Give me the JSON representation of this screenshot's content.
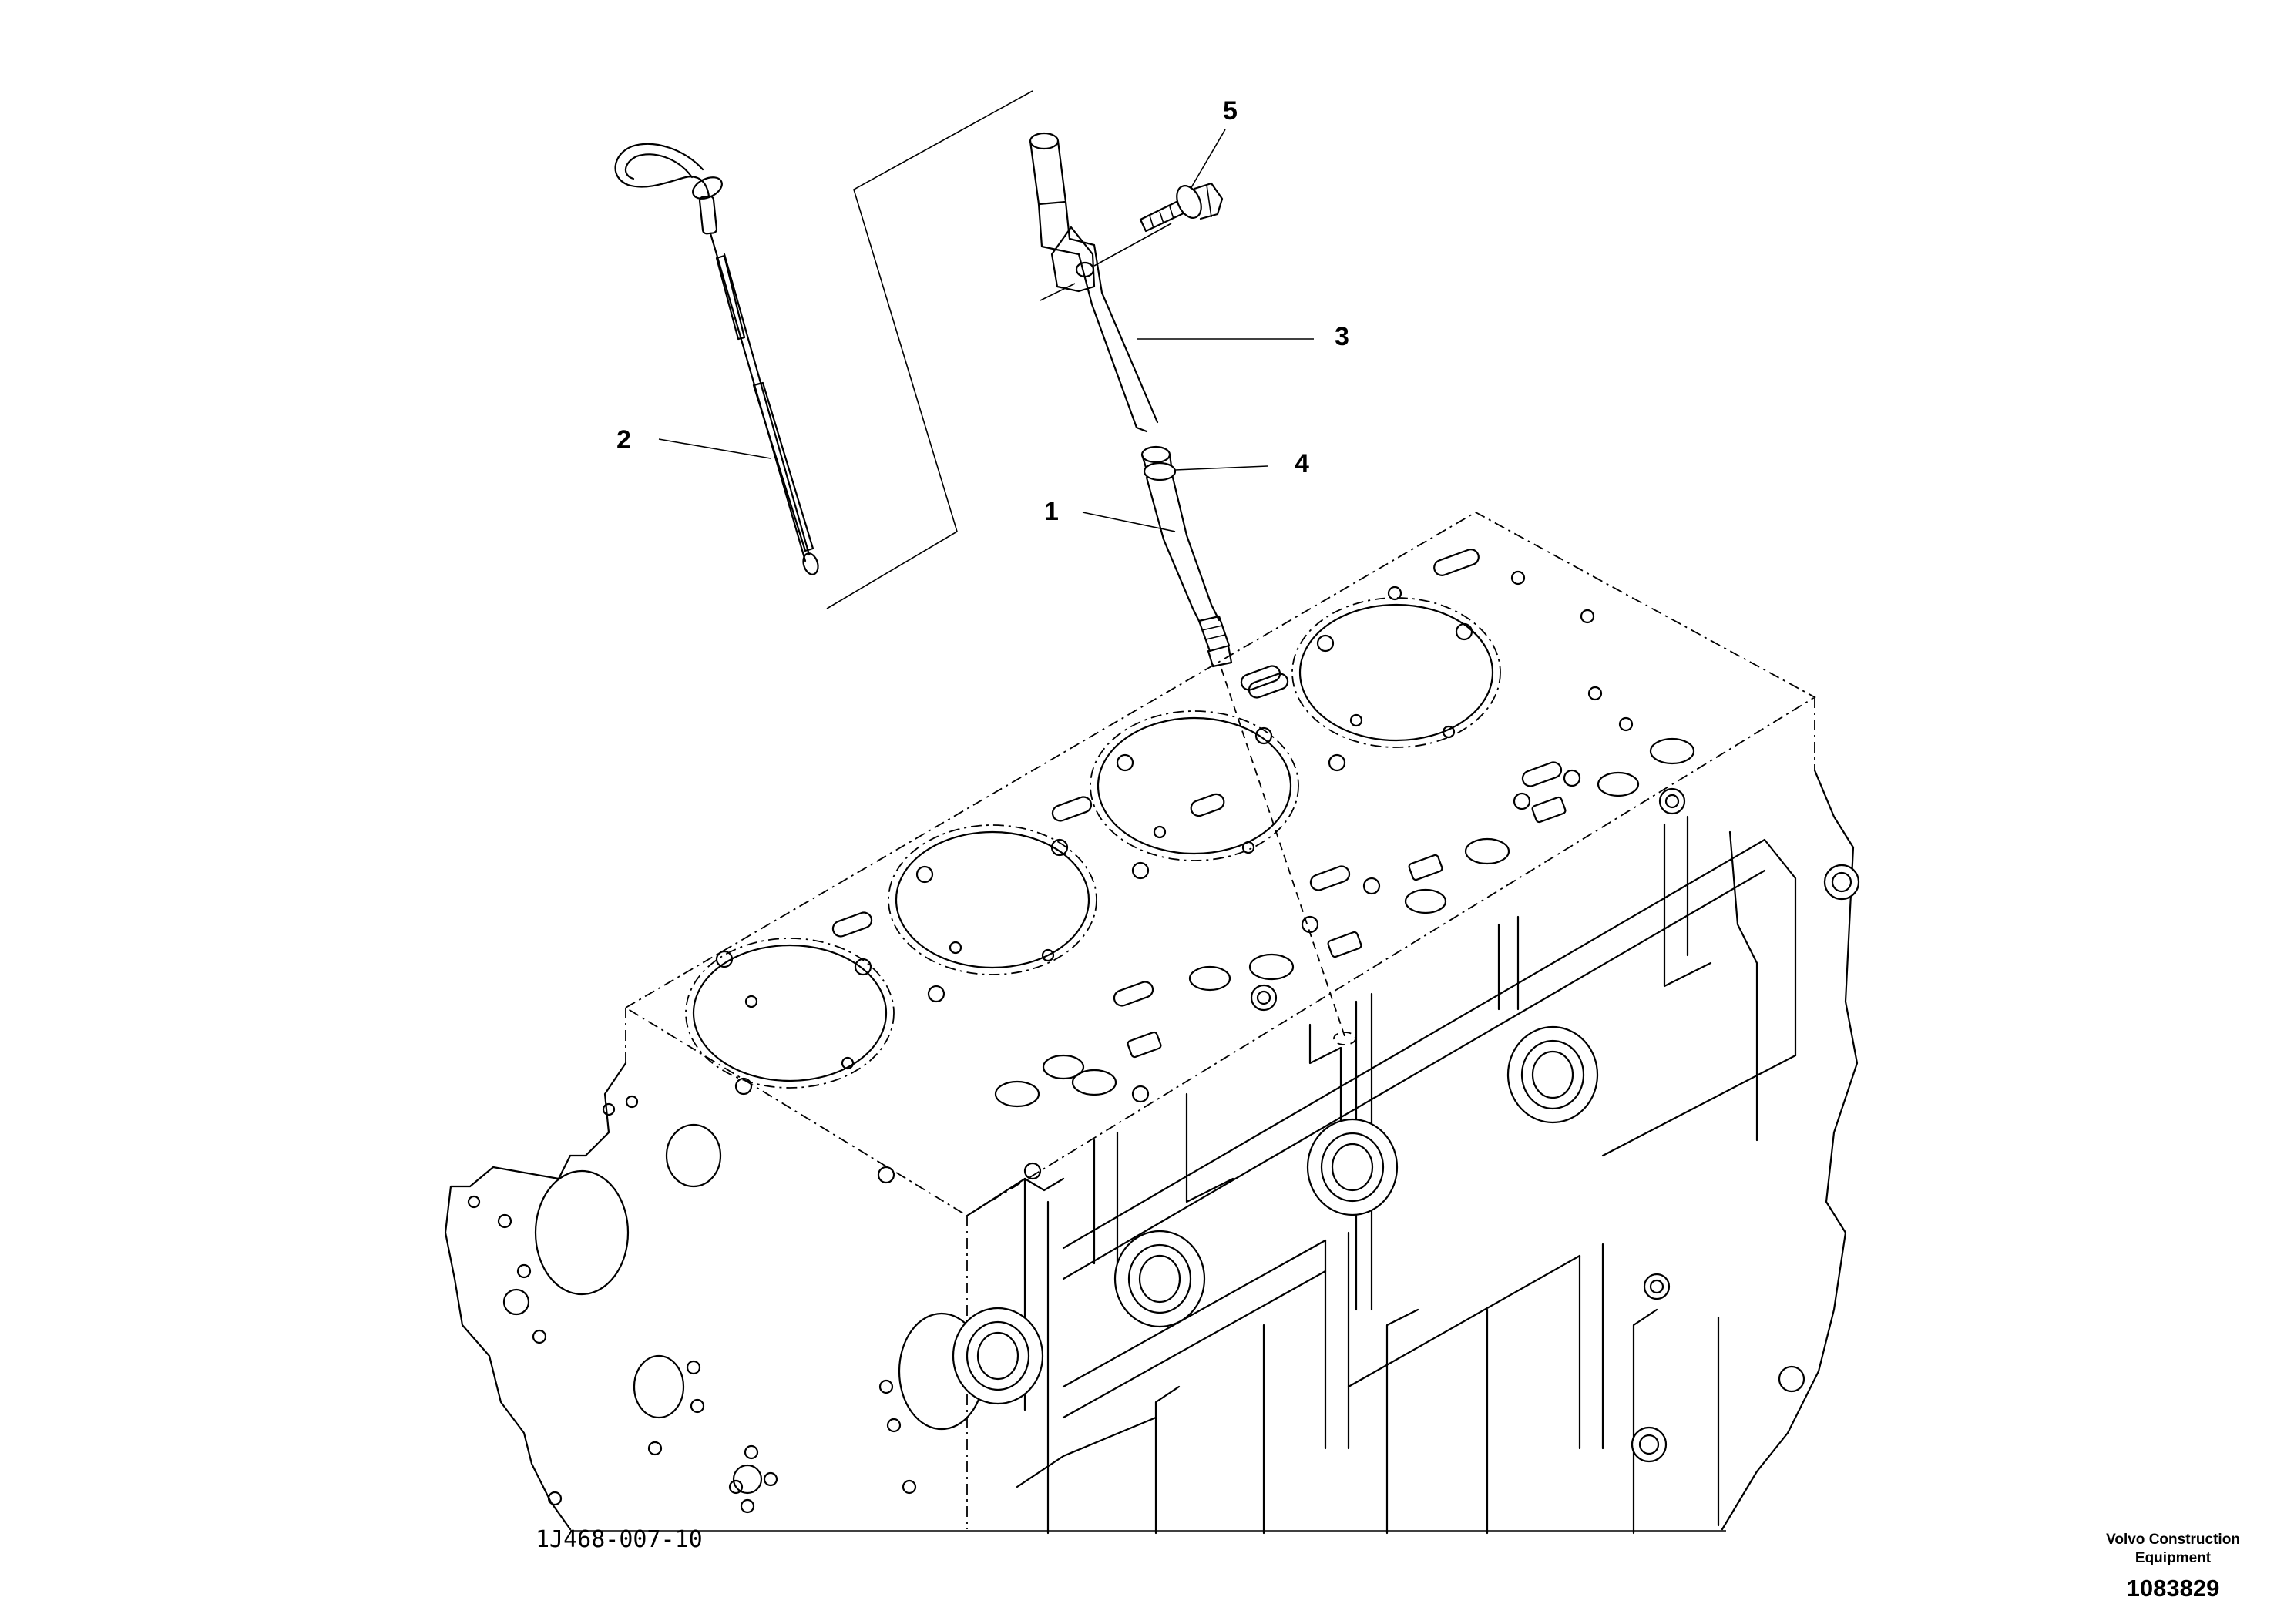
{
  "callouts": [
    "1",
    "2",
    "3",
    "4",
    "5"
  ],
  "drawing_number": "1J468-007-10",
  "brand_line1": "Volvo Construction",
  "brand_line2": "Equipment",
  "document_number": "1083829"
}
